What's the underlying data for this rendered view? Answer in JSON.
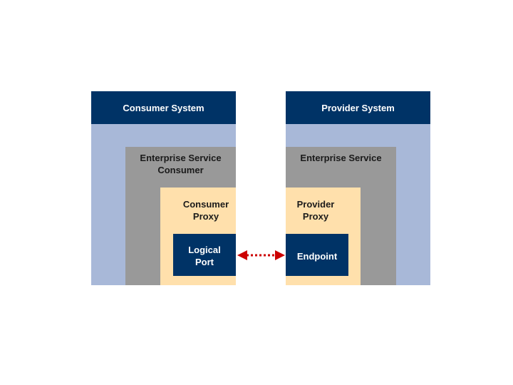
{
  "consumer_side": {
    "system_label": "Consumer System",
    "service_label": "Enterprise Service\nConsumer",
    "proxy_label": "Consumer\nProxy",
    "port_label": "Logical\nPort"
  },
  "provider_side": {
    "system_label": "Provider System",
    "service_label": "Enterprise Service",
    "proxy_label": "Provider\nProxy",
    "endpoint_label": "Endpoint"
  },
  "colors": {
    "navy": "#003366",
    "system_blue": "#a8b8d8",
    "service_gray": "#999999",
    "proxy_beige": "#ffe0ac",
    "arrow_red": "#cc0000"
  }
}
